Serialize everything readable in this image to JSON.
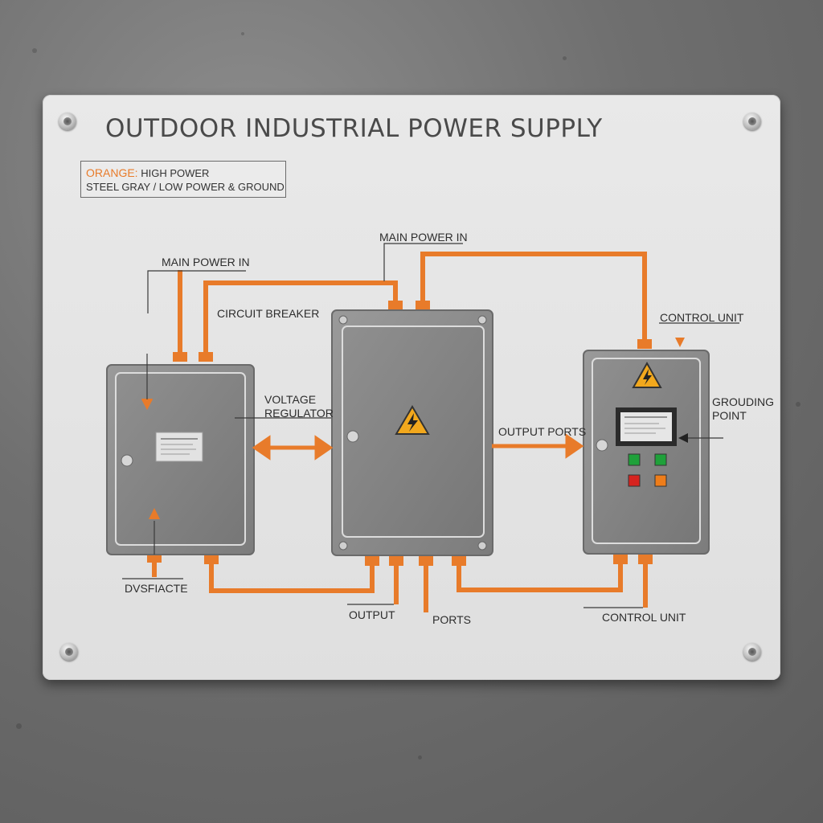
{
  "title": "OUTDOOR INDUSTRIAL POWER SUPPLY",
  "legend": {
    "orange_key": "ORANGE:",
    "orange_text": "HIGH POWER",
    "gray_text": "STEEL GRAY / LOW POWER & GROUND"
  },
  "labels": {
    "main_power_in_left": "MAIN POWER IN",
    "circuit_breaker": "CIRCUIT BREAKER",
    "voltage_regulator": "VOLTAGE\nREGULATOR",
    "main_power_in_top": "MAIN POWER IN",
    "control_unit_top": "CONTROL UNIT",
    "output_ports": "OUTPUT PORTS",
    "grounding_point": "GROUDING\nPOINT",
    "dvsfiacte": "DVSFIACTE",
    "output": "OUTPUT",
    "ports": "PORTS",
    "control_unit_bottom": "CONTROL UNIT"
  },
  "colors": {
    "high_power": "#e87b2a",
    "steel_gray": "#8a8a8a",
    "panel": "#e6e6e6",
    "warning_yellow": "#f2a81d",
    "button_green": "#1fa13a",
    "button_red": "#d6231f",
    "button_orange": "#ee7d1a"
  },
  "icons": [
    "high-voltage-warning-icon",
    "screw-icon",
    "door-lock-icon"
  ]
}
